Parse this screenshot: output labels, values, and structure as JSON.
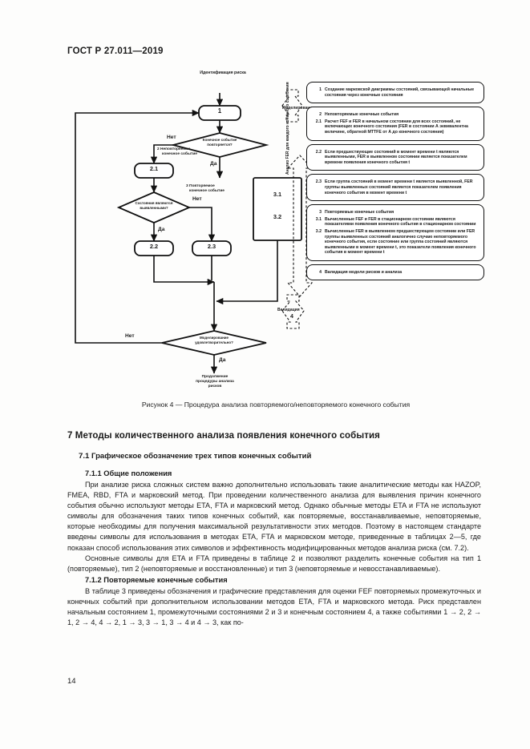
{
  "header": {
    "standard_id": "ГОСТ Р 27.011—2019"
  },
  "figure": {
    "caption": "Рисунок 4 — Процедура анализа повторяемого/неповторяемого конечного события",
    "nodes": {
      "start": "Идентификация риска",
      "n1": "1",
      "decision1_line1": "Конечное событие",
      "decision1_line2": "повторяется?",
      "yes": "Да",
      "no": "Нет",
      "branch2_title_line1": "2 Неповторяемое",
      "branch2_title_line2": "конечное событие",
      "branch3_title_line1": "3 Повторяемое",
      "branch3_title_line2": "конечное событие",
      "n21": "2.1",
      "n22": "2.2",
      "n23": "2.3",
      "n31": "3.1",
      "n32": "3.2",
      "decision2_line1": "Состояния являются",
      "decision2_line2": "выявленными?",
      "decision3_line1": "Моделирование",
      "decision3_line2": "удовлетворительно?",
      "end_line1": "Продолжение",
      "end_line2": "процедуры анализа",
      "end_line3": "рисков"
    },
    "side_labels": {
      "modeling": "Моделирование",
      "fer_analysis": "Анализ FER для каждого конечного состояния",
      "validation": "Валидация",
      "validation_num": "4"
    },
    "panel": [
      {
        "num": "1",
        "bold": true,
        "text": "Создание марковской диаграммы состояний, связывающей начальные состояния через конечные состояния"
      },
      {
        "num": "2",
        "bold": true,
        "text": "Неповторяемые конечные события"
      },
      {
        "num": "2.1",
        "bold": false,
        "text": "Расчет FEF и FER в начальном состоянии для всех состояний, не включающих конечного состояния (FER в состоянии А эквивалентна величине, обратной MTTFE от А до конечного состояния)"
      },
      {
        "num": "2.2",
        "bold": false,
        "text": "Если предшествующие состояний в момент времени t являются выявленными, FER в выявленном состоянии является показателем времени появления конечного события t"
      },
      {
        "num": "2.3",
        "bold": false,
        "text": "Если группа состояний в момент времени t является выявленной, FER группы выявленных состояний является показателем появления конечного события в момент времени t"
      },
      {
        "num": "3",
        "bold": true,
        "text": "Повторяемые конечные события"
      },
      {
        "num": "3.1",
        "bold": false,
        "text": "Вычисленные FEF и FER в стационарном состоянии являются показателями появления конечного события в стационарном состоянии"
      },
      {
        "num": "3.2",
        "bold": false,
        "text": "Вычисленные FER в выявленном предшествующем состоянии или FER группы выявленных состояний аналогично случаю неповторяемого конечного события, если состояние или группа состояний являются выявленными в момент времени t, это показатели появления конечного события в момент времени t"
      },
      {
        "num": "4",
        "bold": true,
        "text": "Валидация модели рисков и анализа"
      }
    ]
  },
  "content": {
    "section_heading": "7 Методы количественного анализа появления конечного события",
    "sub_heading": "7.1 Графическое обозначение трех типов конечных событий",
    "subsub_heading_1": "7.1.1 Общие положения",
    "paragraph_1": "При анализе риска сложных систем важно дополнительно использовать такие аналитические методы как HAZOP, FMEA, RBD, FTA и марковский метод. При проведении количественного анализа для выявления причин конечного события обычно используют методы ETA, FTA и марковский метод. Однако обычные методы ETA и FTA не используют символы для обозначения таких типов конечных событий, как повторяемые, восстанавливаемые, неповторяемые, которые необходимы для получения максимальной результативности этих методов. Поэтому в настоящем стандарте введены символы для использования в методах ETA, FTA и марковском методе, приведенные в таблицах 2—5, где показан способ использования этих символов и эффективность модифицированных методов анализа риска (см. 7.2).",
    "paragraph_2": "Основные символы для ETA и FTA приведены в таблице 2 и позволяют разделить конечные события на тип 1 (повторяемые), тип 2 (неповторяемые и восстановленные) и тип 3 (неповторяемые и невосстанавливаемые).",
    "subsub_heading_2": "7.1.2 Повторяемые конечные события",
    "paragraph_3": "В таблице 3 приведены обозначения и графические представления для оценки FEF повторяемых промежуточных и конечных событий при дополнительном использовании методов ETA, FTA и марковского метода. Риск представлен начальным состоянием 1, промежуточными состояниями 2 и 3 и конечным состоянием 4, а также событиями 1 → 2, 2 → 1, 2 → 4, 4 → 2, 1 → 3, 3 → 1, 3 → 4 и 4 → 3, как по-",
    "page_number": "14"
  }
}
